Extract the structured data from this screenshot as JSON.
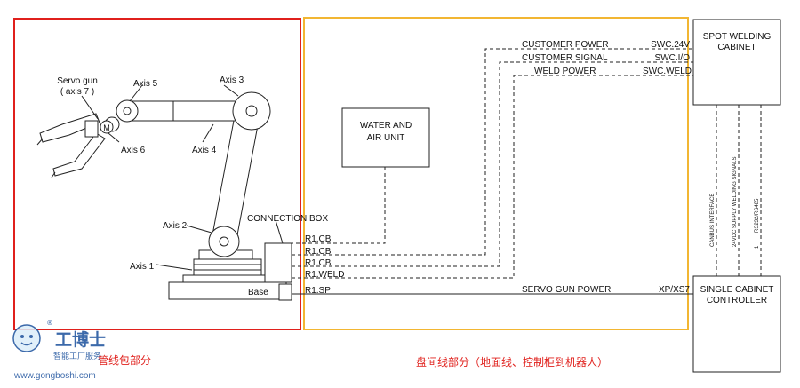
{
  "regions": {
    "left_caption": "管线包部分",
    "right_caption": "盘间线部分（地面线、控制柜到机器人）"
  },
  "robot": {
    "servo_gun": "Servo gun",
    "servo_gun_axis": "( axis 7 )",
    "motor_symbol": "M",
    "axis1": "Axis 1",
    "axis2": "Axis 2",
    "axis3": "Axis 3",
    "axis4": "Axis 4",
    "axis5": "Axis 5",
    "axis6": "Axis 6",
    "connection_box": "CONNECTION BOX",
    "base": "Base"
  },
  "ports": {
    "cb1": "R1.CB",
    "cb2": "R1.CB",
    "cb3": "R1.CB",
    "weld": "R1.WELD",
    "sp": "R1.SP"
  },
  "water_air": {
    "line1": "WATER AND",
    "line2": "AIR UNIT"
  },
  "cables": {
    "customer_power": "CUSTOMER POWER",
    "customer_signal": "CUSTOMER SIGNAL",
    "weld_power": "WELD POWER",
    "servo_gun_power": "SERVO GUN POWER"
  },
  "cabinet_ports": {
    "swc_24v": "SWC.24V",
    "swc_io": "SWC.I/O",
    "swc_weld": "SWC.WELD",
    "xp_xs7": "XP/XS7"
  },
  "spot_cabinet": {
    "line1": "SPOT WELDING",
    "line2": "CABINET"
  },
  "single_cabinet": {
    "line1": "SINGLE CABINET",
    "line2": "CONTROLLER"
  },
  "vertical_links": {
    "canbus": "CANBUS INTERFACE",
    "supply": "24VDC SUPPLY WELDING SIGNALS",
    "rs": "RS232/RS485",
    "one": "1"
  },
  "watermark": {
    "brand": "工博士",
    "registered": "®",
    "tagline": "智能工厂服务",
    "site": "www.gongboshi.com"
  }
}
